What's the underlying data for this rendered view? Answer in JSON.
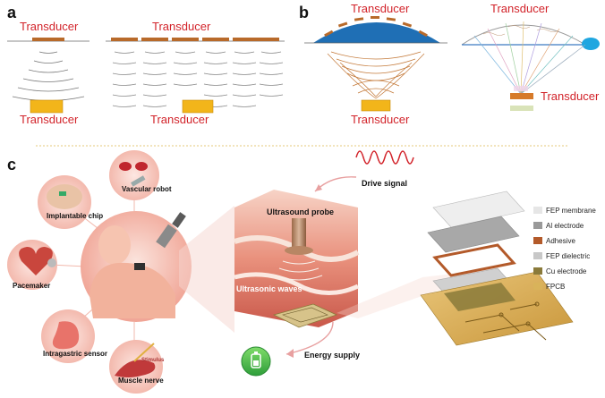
{
  "panel_a": {
    "letter": "a",
    "transducer_top_single": "Transducer",
    "transducer_top_array": "Transducer",
    "transducer_bottom": "Transducer"
  },
  "panel_b": {
    "letter": "b",
    "transducer_top_curved": "Transducer",
    "transducer_bottom_curved": "Transducer",
    "transducer_top_phased": "Transducer",
    "transducer_right_phased": "Transducer"
  },
  "panel_c": {
    "letter": "c",
    "implants": {
      "implantable_chip": "Implantable chip",
      "vascular_robot": "Vascular robot",
      "pacemaker": "Pacemaker",
      "intragastric_sensor": "Intragastric sensor",
      "muscle_nerve": "Muscle nerve",
      "stimulus": "Stimulus"
    },
    "labels": {
      "drive_signal": "Drive signal",
      "ultrasound_probe": "Ultrasound probe",
      "ultrasonic_waves": "Ultrasonic waves",
      "energy_supply": "Energy supply"
    },
    "legend": [
      {
        "label": "FEP membrane",
        "color": "#e6e6e6"
      },
      {
        "label": "Al electrode",
        "color": "#9a9a9a"
      },
      {
        "label": "Adhesive",
        "color": "#b35a2a"
      },
      {
        "label": "FEP dielectric",
        "color": "#c8c8c8"
      },
      {
        "label": "Cu electrode",
        "color": "#8a7a3a"
      },
      {
        "label": "FPCB",
        "color": "#d9b35a"
      }
    ]
  },
  "colors": {
    "accent_red": "#d2232a",
    "transducer_gold": "#f2b51a",
    "transducer_brown": "#b86a2a",
    "tissue_pink": "#f4c6c0",
    "energy_green": "#3cb54a",
    "blue_cap": "#1f6fb5"
  }
}
